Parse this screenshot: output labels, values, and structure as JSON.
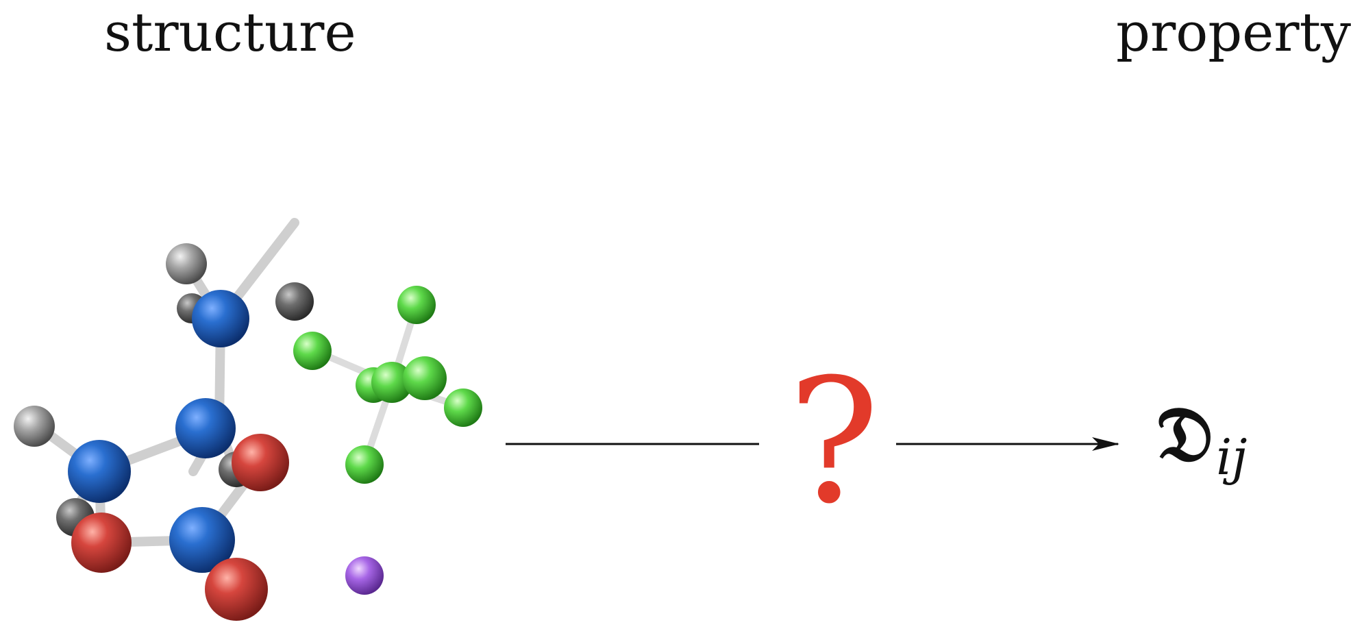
{
  "labels": {
    "structure": "structure",
    "property": "property"
  },
  "question_mark": "?",
  "property_symbol": {
    "main": "𝔇",
    "subscript": "ij"
  },
  "colors": {
    "question_mark": "#e23a2a",
    "nitrogen": "#1f5fb0",
    "oxygen": "#c8403a",
    "hydrogen": "#9a9a9a",
    "fluorine": "#4fcf3a",
    "lithium": "#a35ce0",
    "bond": "#d8d8d8",
    "arrow": "#111111"
  }
}
